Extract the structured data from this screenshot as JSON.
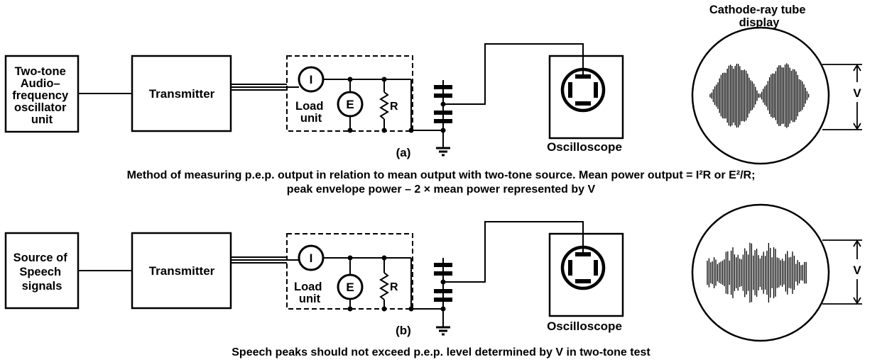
{
  "panel_a": {
    "source_label": [
      "Two-tone",
      "Audio–",
      "frequency",
      "oscillator",
      "unit"
    ],
    "transmitter_label": "Transmitter",
    "meter_i": "I",
    "meter_e": "E",
    "resistor_r": "R",
    "load_label": [
      "Load",
      "unit"
    ],
    "tag": "(a)",
    "oscilloscope_label": "Oscilloscope",
    "crt_title": [
      "Cathode-ray tube",
      "display"
    ],
    "v_label": "V",
    "caption": [
      "Method of measuring p.e.p. output in relation to mean output with two-tone source. Mean power output = I²R or E²/R;",
      "peak envelope power – 2 × mean power represented by V"
    ]
  },
  "panel_b": {
    "source_label": [
      "Source of",
      "Speech",
      "signals"
    ],
    "transmitter_label": "Transmitter",
    "meter_i": "I",
    "meter_e": "E",
    "resistor_r": "R",
    "load_label": [
      "Load",
      "unit"
    ],
    "tag": "(b)",
    "oscilloscope_label": "Oscilloscope",
    "v_label": "V",
    "caption": "Speech peaks should not exceed p.e.p. level determined by V in two-tone test"
  }
}
